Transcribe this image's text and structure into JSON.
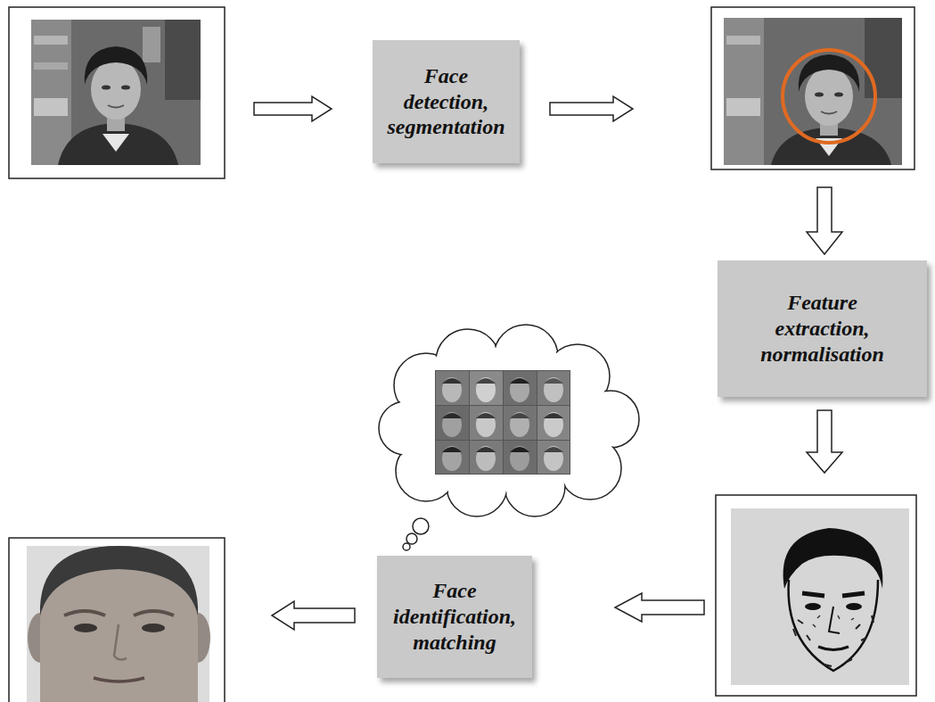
{
  "diagram": {
    "nodes": [
      {
        "text": [
          "Face detection, segmentation"
        ]
      },
      {
        "text": [
          "Feature extraction, normalisation"
        ]
      },
      {
        "text": [
          "Face identification, matching"
        ]
      }
    ]
  }
}
